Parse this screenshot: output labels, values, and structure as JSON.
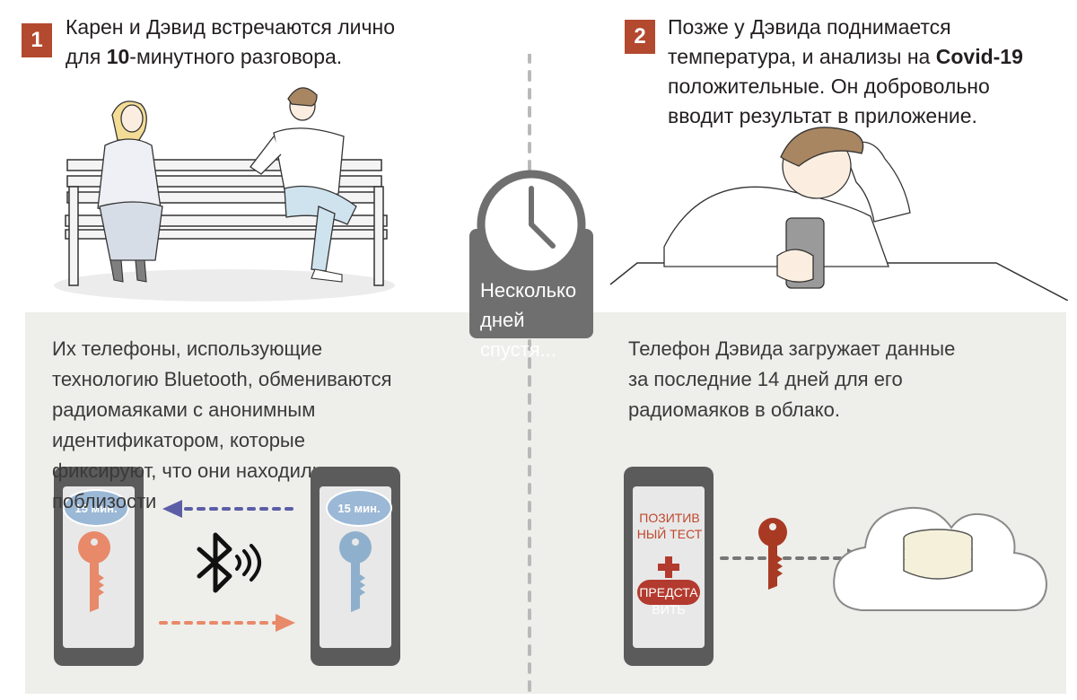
{
  "step1": {
    "number": "1",
    "text_a": "Карен и Дэвид встречаются лично",
    "text_b_pre": "для ",
    "text_b_bold": "10",
    "text_b_post": "-минутного разговора."
  },
  "step2": {
    "number": "2",
    "line1": "Позже у Дэвида поднимается",
    "line2_pre": "температура, и анализы на ",
    "line2_bold": "Covid-19",
    "line3": "положительные. Он добровольно",
    "line4": "вводит результат в приложение."
  },
  "clock": {
    "label_line1": "Несколько",
    "label_line2": "дней",
    "label_line3": "спустя..."
  },
  "left_description": {
    "lines": [
      "Их телефоны, использующие",
      "технологию Bluetooth, обмениваются",
      "радиомаяками с анонимным",
      "идентификатором, которые",
      "фиксируют, что они находились",
      "поблизости"
    ]
  },
  "right_description": {
    "lines": [
      "Телефон Дэвида загружает данные",
      "за последние 14 дней для его",
      "радиомаяков в облако."
    ]
  },
  "phone_left": {
    "time_badge": "15 мин.",
    "key_color": "#e8896a"
  },
  "phone_right": {
    "time_badge": "15 мин.",
    "key_color": "#8fb0cc"
  },
  "phone_david": {
    "status_line1": "ПОЗИТИВ",
    "status_line2": "НЫЙ ТЕСТ",
    "submit_line1": "ПРЕДСТА",
    "submit_line2": "ВИТЬ"
  },
  "colors": {
    "accent": "#b3492e",
    "arrow_blue": "#5b5ea6",
    "arrow_orange": "#e8896a",
    "key_red": "#a83a24"
  },
  "icons": [
    "bluetooth-icon",
    "key-icon",
    "clock-icon",
    "cloud-icon",
    "database-icon",
    "plus-icon"
  ]
}
